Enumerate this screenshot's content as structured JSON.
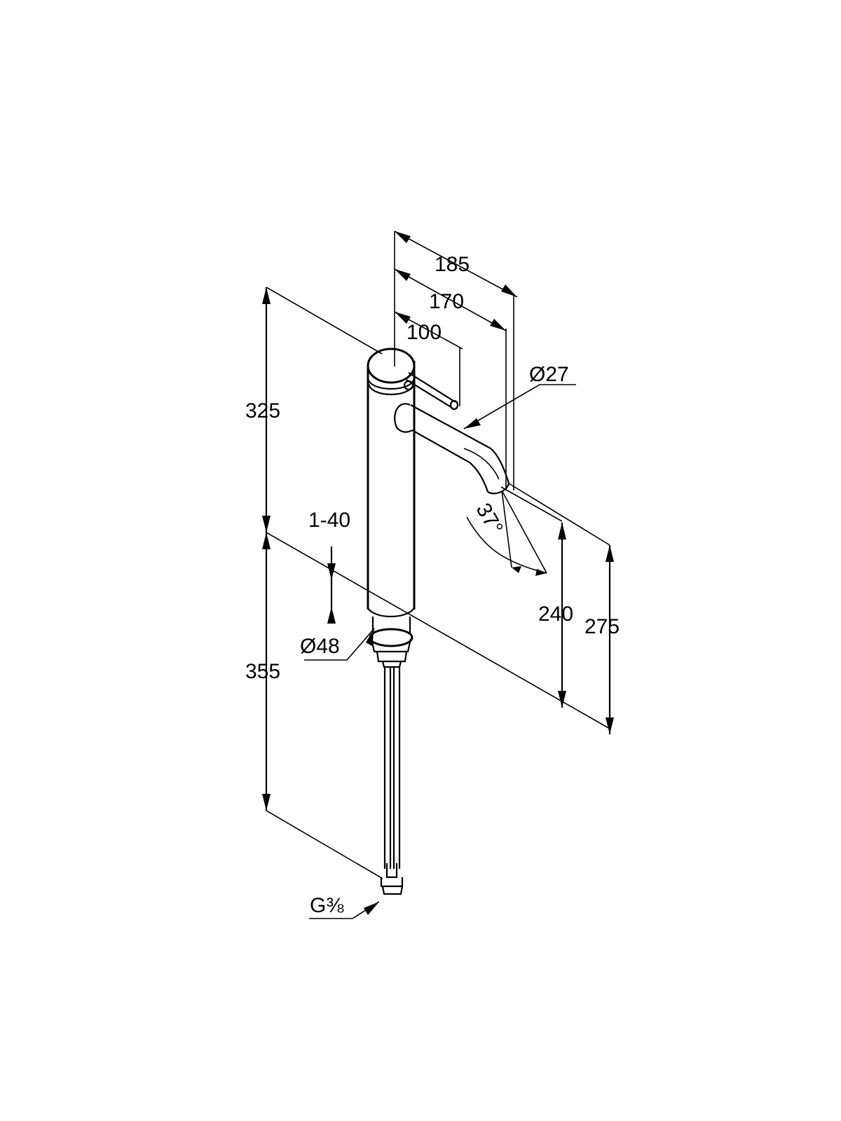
{
  "drawing": {
    "dimensions": {
      "d185": "185",
      "d170": "170",
      "d100": "100",
      "dia27": "Ø27",
      "d325": "325",
      "d1_40": "1-40",
      "dia48": "Ø48",
      "d355": "355",
      "ang37": "37°",
      "d240": "240",
      "d275": "275",
      "g38": "G⅜"
    }
  }
}
